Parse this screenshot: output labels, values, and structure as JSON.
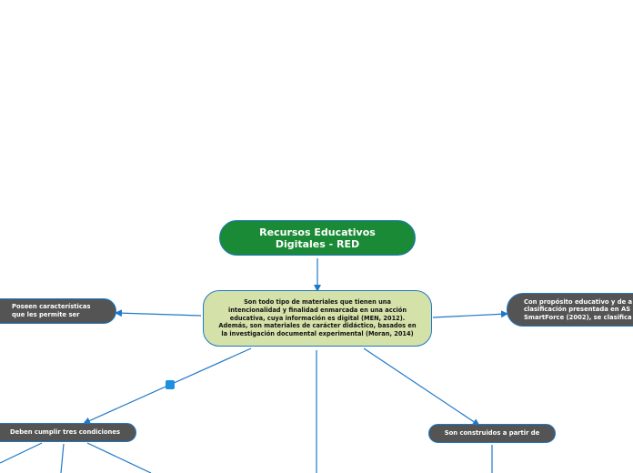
{
  "root": {
    "title": "Recursos Educativos Digitales - RED"
  },
  "definition": {
    "text": "Son todo tipo de materiales que tienen una intencionalidad y finalidad enmarcada en una acción educativa, cuya información es digital (MEN, 2012). Además, son materiales de carácter didáctico, basados en la investigación documental experimental (Moran, 2014)"
  },
  "branches": {
    "left": "Poseen características que les permite ser",
    "right_line1": "Con propósito educativo y de a",
    "right_line2": "clasificación presentada en AS",
    "right_line3": "SmartForce (2002), se clasifica",
    "conditions": "Deben cumplir tres condiciones",
    "constructed": "Son construidos a partir de"
  },
  "colors": {
    "link": "#1e78c8",
    "root": "#1b8a36",
    "definition": "#d4e1a9",
    "branch": "#545454"
  }
}
